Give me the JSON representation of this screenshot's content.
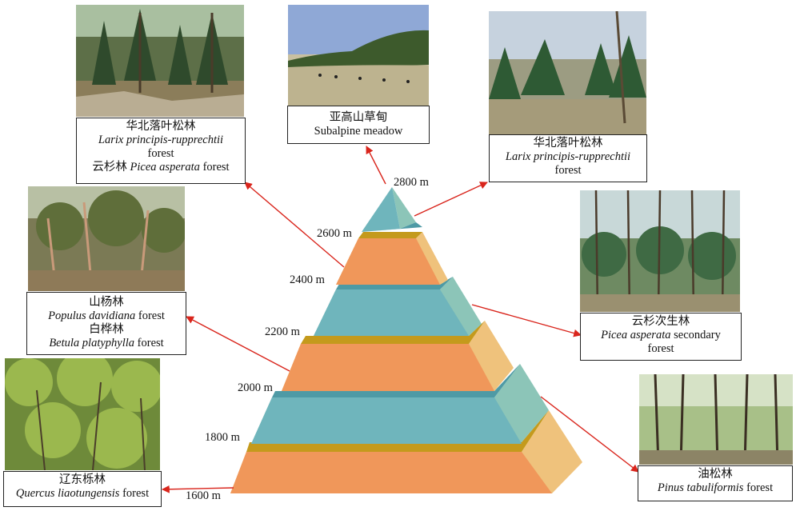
{
  "elevations": [
    "1600 m",
    "1800 m",
    "2000 m",
    "2200 m",
    "2400 m",
    "2600 m",
    "2800 m"
  ],
  "labels": {
    "larix_left": {
      "zh": "华北落叶松林",
      "sci": "Larix principis-rupprechtii",
      "en": "forest",
      "zh2": "云杉林 ",
      "sci2": "Picea asperata",
      "en2": " forest"
    },
    "meadow": {
      "zh": "亚高山草甸",
      "en": "Subalpine meadow"
    },
    "larix_right": {
      "zh": "华北落叶松林",
      "sci": "Larix principis-rupprechtii",
      "en": "forest"
    },
    "populus": {
      "zh": "山杨林",
      "sci": "Populus davidiana",
      "en": " forest",
      "zh2": "白桦林",
      "sci2": "Betula platyphylla",
      "en2": " forest"
    },
    "picea": {
      "zh": "云杉次生林",
      "sci": "Picea asperata",
      "en": " secondary",
      "en2": "forest"
    },
    "pinus": {
      "zh": "油松林",
      "sci": "Pinus tabuliformis",
      "en": " forest"
    },
    "quercus": {
      "zh": "辽东栎林",
      "sci": "Quercus liaotungensis",
      "en": " forest"
    }
  },
  "colors": {
    "orange_front": "#f0975a",
    "orange_side": "#efc27c",
    "teal_front": "#6fb5bc",
    "teal_side": "#8cc5b8",
    "gold_top": "#c49a1c",
    "teal_top": "#4e9aa5",
    "arrow": "#d9251c"
  }
}
